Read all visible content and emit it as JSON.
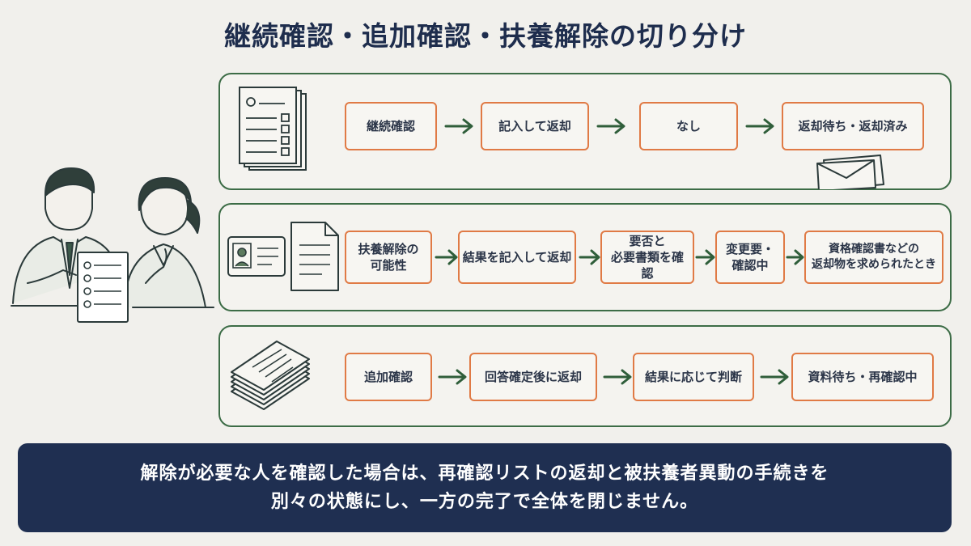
{
  "title": "継続確認・追加確認・扶養解除の切り分け",
  "flows": [
    {
      "steps": [
        "継続確認",
        "記入して返却",
        "なし",
        "返却待ち・返却済み"
      ]
    },
    {
      "steps": [
        "扶養解除の\n可能性",
        "結果を記入して返却",
        "要否と\n必要書類を確認",
        "変更要・\n確認中",
        "資格確認書などの\n返却物を求められたとき"
      ]
    },
    {
      "steps": [
        "追加確認",
        "回答確定後に返却",
        "結果に応じて判断",
        "資料待ち・再確認中"
      ]
    }
  ],
  "banner": {
    "line1": "解除が必要な人を確認した場合は、再確認リストの返却と被扶養者異動の手続きを",
    "line2": "別々の状態にし、一方の完了で全体を閉じません。"
  },
  "icons": {
    "row1": "checklist-document-icon",
    "row1_extra": "envelope-icon",
    "row2": "id-card-icon",
    "row2_extra": "document-icon",
    "row3": "document-stack-icon",
    "people": "business-people-illustration",
    "arrow": "arrow-right-icon"
  },
  "colors": {
    "panel_border": "#3c6c46",
    "box_border": "#e07a45",
    "arrow": "#2f5e3a",
    "banner": "#1f2f51"
  }
}
